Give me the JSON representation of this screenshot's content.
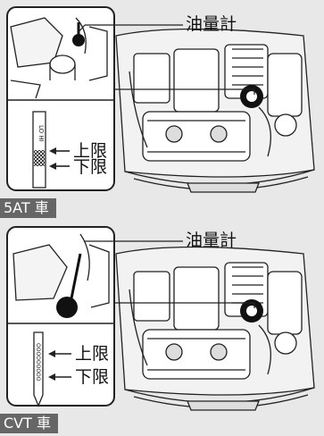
{
  "sections": [
    {
      "tag": "5AT 車",
      "callout": "油量計",
      "upper_limit": "上限",
      "lower_limit": "下限",
      "dipstick_text": "LO HI"
    },
    {
      "tag": "CVT 車",
      "callout": "油量計",
      "upper_limit": "上限",
      "lower_limit": "下限",
      "dipstick_text": "OOOOOOOOO"
    }
  ]
}
